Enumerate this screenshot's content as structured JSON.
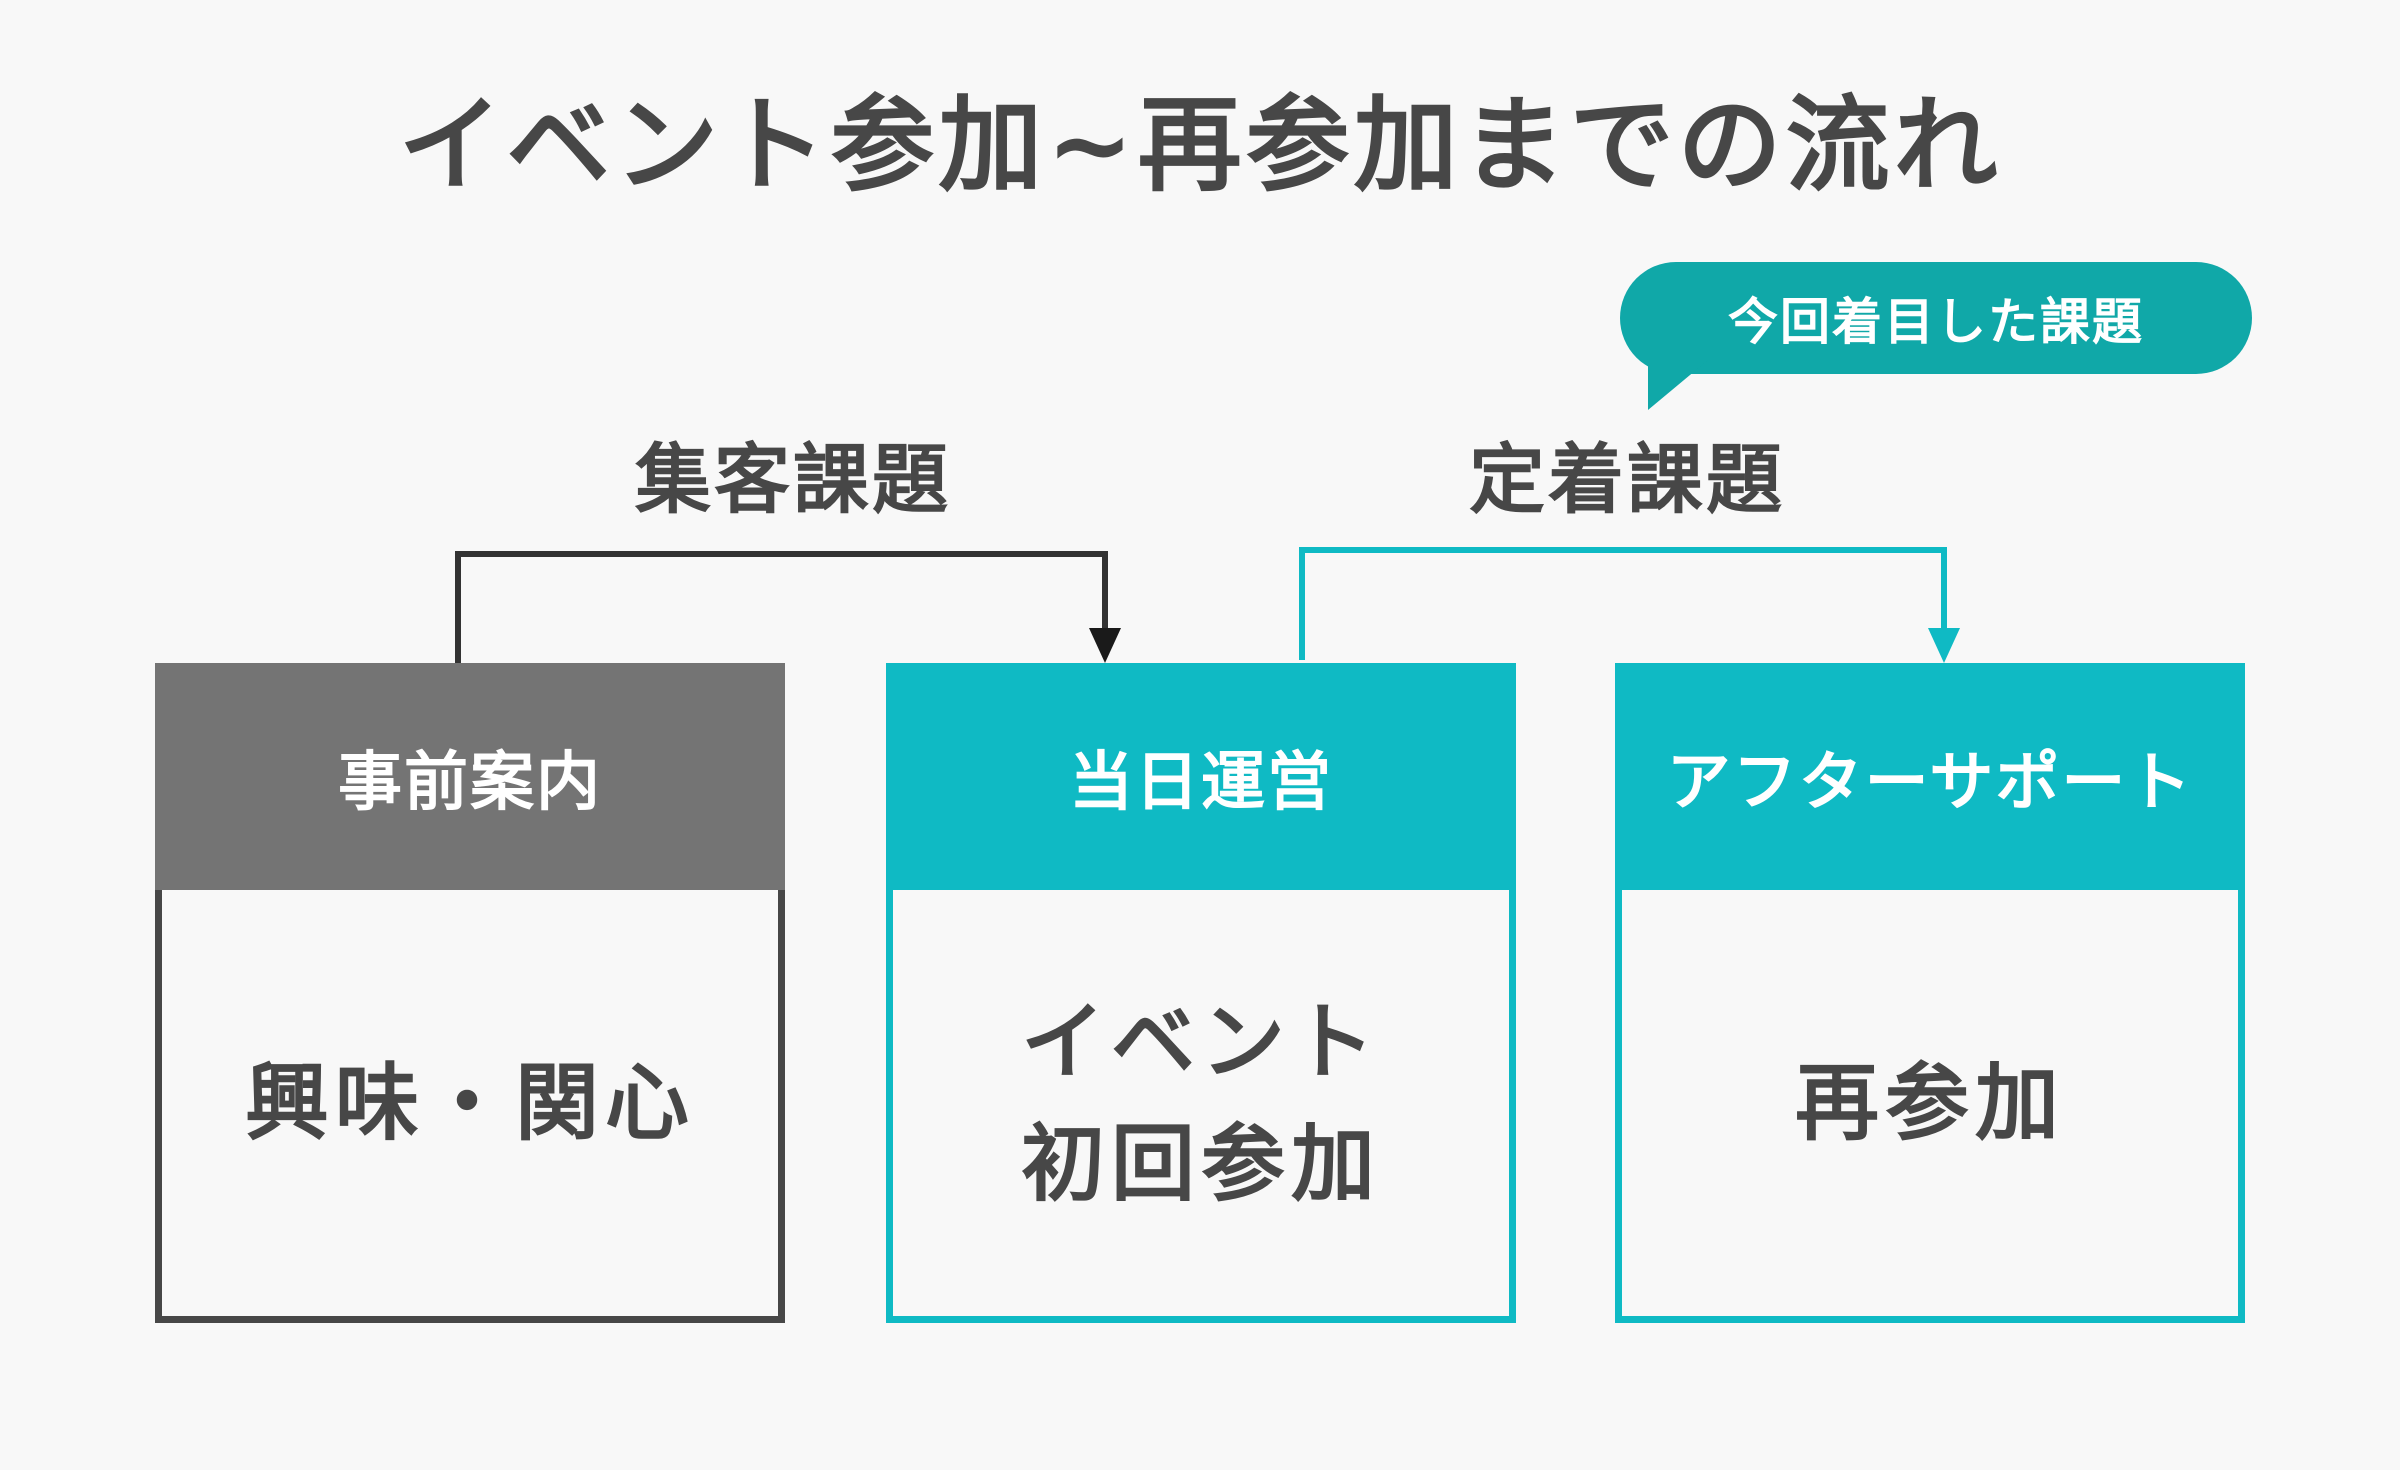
{
  "title": "イベント参加~再参加までの流れ",
  "callout": {
    "text": "今回着目した課題"
  },
  "connectors": [
    {
      "label": "集客課題",
      "color": "#333333"
    },
    {
      "label": "定着課題",
      "color": "#0fbac4"
    }
  ],
  "stages": [
    {
      "header": "事前案内",
      "body": [
        "興味・関心"
      ],
      "header_color": "#747474",
      "border_color": "#474747"
    },
    {
      "header": "当日運営",
      "body": [
        "イベント",
        "初回参加"
      ],
      "header_color": "#0fbac4",
      "border_color": "#0fbac4"
    },
    {
      "header": "アフターサポート",
      "body": [
        "再参加"
      ],
      "header_color": "#0fbac4",
      "border_color": "#0fbac4"
    }
  ]
}
